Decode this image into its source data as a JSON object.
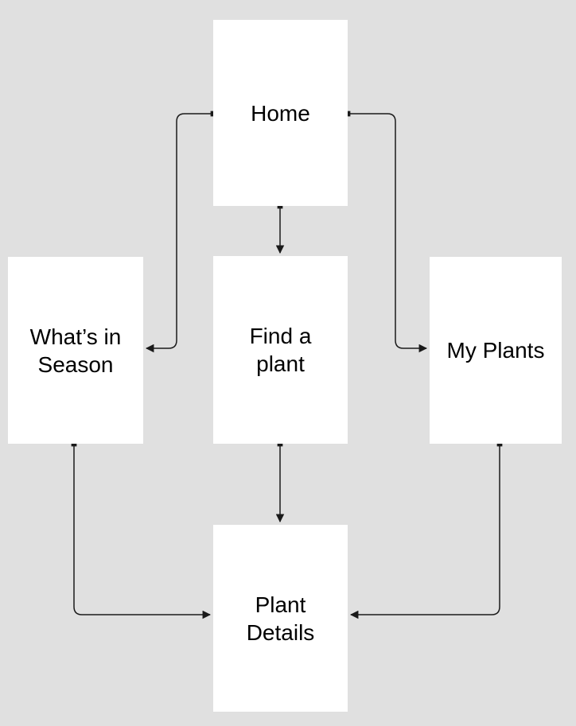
{
  "diagram": {
    "background_color": "#e0e0e0",
    "node_fill_color": "#ffffff",
    "connector_color": "#1a1a1a",
    "text_color": "#000000",
    "nodes": [
      {
        "id": "home",
        "label": "Home"
      },
      {
        "id": "whats-in-season",
        "label": "What’s in Season"
      },
      {
        "id": "find-a-plant",
        "label": "Find a plant"
      },
      {
        "id": "my-plants",
        "label": "My Plants"
      },
      {
        "id": "plant-details",
        "label": "Plant Details"
      }
    ],
    "edges": [
      {
        "from": "home",
        "to": "find-a-plant"
      },
      {
        "from": "home",
        "to": "whats-in-season"
      },
      {
        "from": "home",
        "to": "my-plants"
      },
      {
        "from": "find-a-plant",
        "to": "plant-details"
      },
      {
        "from": "whats-in-season",
        "to": "plant-details"
      },
      {
        "from": "my-plants",
        "to": "plant-details"
      }
    ]
  }
}
